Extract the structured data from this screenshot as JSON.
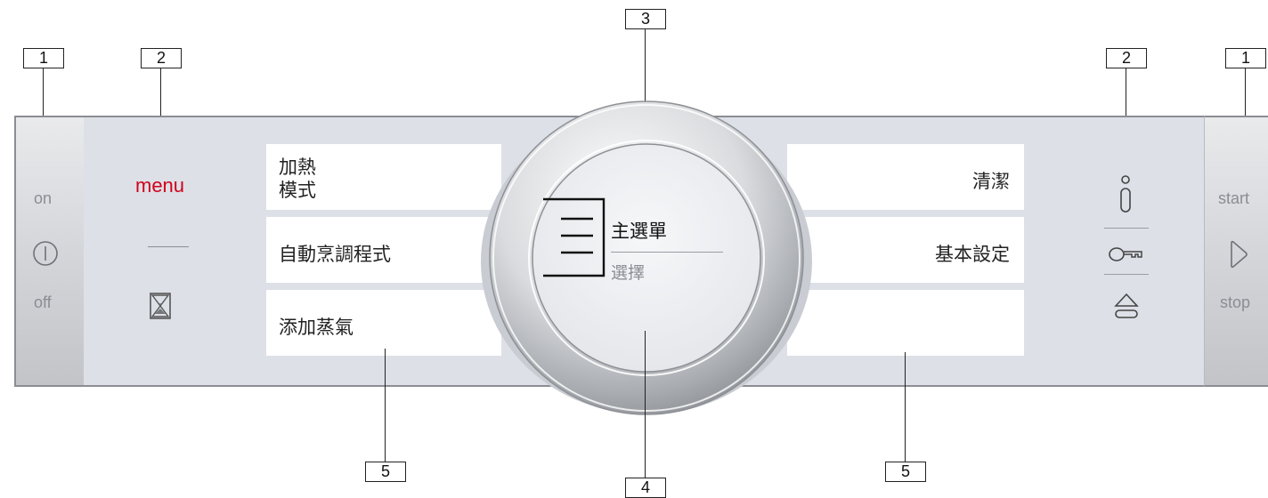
{
  "callouts": {
    "top_left_1": "1",
    "top_left_2": "2",
    "top_center_3": "3",
    "top_right_2": "2",
    "top_right_1": "1",
    "bottom_left_5": "5",
    "bottom_center_4": "4",
    "bottom_right_5": "5"
  },
  "left_cap": {
    "on": "on",
    "off": "off",
    "power_icon": "power-icon"
  },
  "left_column": {
    "menu": "menu",
    "timer_icon": "hourglass-icon"
  },
  "left_tiles": {
    "tile1_line1": "加熱",
    "tile1_line2": "模式",
    "tile2": "自動烹調程式",
    "tile3": "添加蒸氣"
  },
  "dial": {
    "title": "主選單",
    "subtitle": "選擇",
    "icon": "menu-list-icon"
  },
  "right_tiles": {
    "tile1": "清潔",
    "tile2": "基本設定",
    "tile3": ""
  },
  "right_column": {
    "icons": [
      "info-icon",
      "key-icon",
      "eject-icon"
    ]
  },
  "right_cap": {
    "start": "start",
    "stop": "stop",
    "play_icon": "play-icon"
  },
  "colors": {
    "menu_red": "#d0021b",
    "panel": "#dde0e7",
    "text_gray": "#8a8d93"
  }
}
